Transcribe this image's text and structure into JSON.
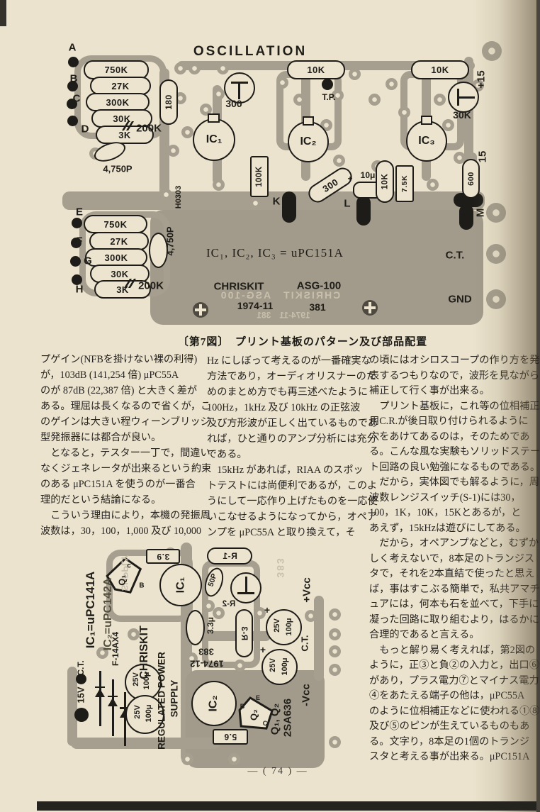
{
  "page": {
    "caption": "〔第7図〕　プリント基板のパターン及び部品配置",
    "page_number": "— ( 74 ) —"
  },
  "board1": {
    "title": "OSCILLATION",
    "inputs_top": [
      "A",
      "B",
      "C",
      "D"
    ],
    "inputs_bottom": [
      "E",
      "F",
      "G",
      "H"
    ],
    "resistors_top": [
      "750K",
      "27K",
      "300K",
      "30K",
      "3K"
    ],
    "resistors_bottom": [
      "750K",
      "27K",
      "300K",
      "30K",
      "3K"
    ],
    "r200k_top": "200K",
    "r200k_bottom": "200K",
    "r180": "180",
    "c4750p_top": "4,750P",
    "c4750p_bottom": "4,750P",
    "silk_h0303": "H0303",
    "tr1_value": "300",
    "tr2_value": "30K",
    "r10k_mid": "10K",
    "r10k_right": "10K",
    "test_point": "T.P.",
    "plus15": "+15",
    "v15": "15",
    "ic1": "IC₁",
    "ic2": "IC₂",
    "ic3": "IC₃",
    "r100k": "100K",
    "r300": "300",
    "c10u": "10μ",
    "plus": "+",
    "pad_k": "K",
    "pad_l": "L",
    "pad_m": "M",
    "r10k_v": "10K",
    "r75k": "7.5K",
    "r600": "600",
    "ct": "C.T.",
    "gnd": "GND",
    "ic_note": "IC₁, IC₂, IC₃ = uPC151A",
    "brand": "CHRISKIT",
    "model": "ASG-100",
    "ghost_line": "CHRISKIT　ASG-100",
    "date": "1974-11",
    "serial": "381",
    "ghost_date_line": "1974-11　381"
  },
  "board2": {
    "ic1_eq": "IC₁=uPC141A",
    "ic2_eq": "IC₂=uPC142A",
    "ghost_supply": "SUPPLY",
    "fuse": "F-14AX4",
    "brand": "CHRISKIT",
    "reg_line1": "REGULATED POWER",
    "reg_line2": "SUPPLY",
    "r39": "3.9",
    "q1": "Q₁",
    "q1_pin_c": "c",
    "q1_pin_b": "B",
    "ic1": "IC₁",
    "c50p": "50P",
    "r1": "R-1",
    "r2": "R-2",
    "r3": "R-3",
    "c33u": "3.3μ",
    "plus_vcc": "+Vcc",
    "minus_vcc": "-Vcc",
    "cap_uf": "100μ",
    "cap_v": "25V",
    "plus": "+",
    "ct_right": "C.T.",
    "ct_left": "C.T.",
    "v15_left": "15V",
    "serial": "383",
    "date": "1974-12",
    "ic2": "IC₂",
    "r56": "5.6",
    "q2": "Q₂",
    "q2_pin_b": "B",
    "q2_pin_e": "E",
    "q2_pin_c": "C",
    "q_names": "Q₁, Q₂",
    "q_type": "2SA636"
  },
  "columns": {
    "col1": [
      "プゲイン(NFBを掛けない裸の利得)",
      "が，103dB (141,254 倍) μPC55A",
      "のが 87dB (22,387 倍) と大きく差が",
      "ある。理屈は長くなるので省くが，こ",
      "のゲインは大きい程ウィーンブリッジ",
      "型発振器には都合が良い。",
      "　となると，テスター一丁で，間違い",
      "なくジェネレータが出来るという約束",
      "のある μPC151A を使うのが一番合",
      "理的だという結論になる。",
      "　こういう理由により，本機の発振周",
      "波数は，30，100，1,000 及び 10,000"
    ],
    "col2": [
      "Hz にしぼって考えるのが一番確実な",
      "方法であり，オーディオリスナーのた",
      "めのまとめ方でも再三述べたように",
      "100Hz，1kHz 及び 10kHz の正弦波",
      "及び方形波が正しく出ているものであ",
      "れば，ひと通りのアンプ分析には充分",
      "である。",
      "　15kHz があれば，RIAA のスポッ",
      "トテストには尚便利であるが，このよ",
      "うにして一応作り上げたものを一応使",
      "いこなせるようになってから，オペア",
      "ンプを μPC55A と取り換えて，そ"
    ],
    "col3": [
      "の頃にはオシロスコープの作り方を発",
      "表するつもりなので，波形を見ながら",
      "補正して行く事が出来る。",
      "　プリント基板に，これ等の位相補正",
      "用C.R.が後日取り付けられるように",
      "穴をあけてあるのは，そのためであ",
      "る。こんな風な実験もソリッドステー",
      "ト回路の良い勉強になるものである。",
      "　だから，実体図でも解るように，周",
      "波数レンジスイッチ(S-1)には30，",
      "100，1K，10K，15Kとあるが，と",
      "あえず，15kHzは遊びにしてある。",
      "　だから，オペアンプなどと，むずか",
      "しく考えないで，8本足のトランジス",
      "タで，それを2本直結で使ったと思え",
      "ば，事はすこぶる簡単で，私共アマチ",
      "ュアには，何本も石を並べて，下手に",
      "凝った回路に取り組むより，はるかに",
      "合理的であると言える。",
      "　もっと解り易く考えれば，第2図の",
      "ように，正③と負②の入力と，出口⑥",
      "があり，プラス電力⑦とマイナス電力",
      "④をあたえる端子の他は，μPC55A",
      "のように位相補正などに使われる①⑧",
      "及び⑤のピンが生えているものもあ",
      "る。文字り，8本足の1個のトランジ",
      "スタと考える事が出来る。μPC151A"
    ]
  }
}
